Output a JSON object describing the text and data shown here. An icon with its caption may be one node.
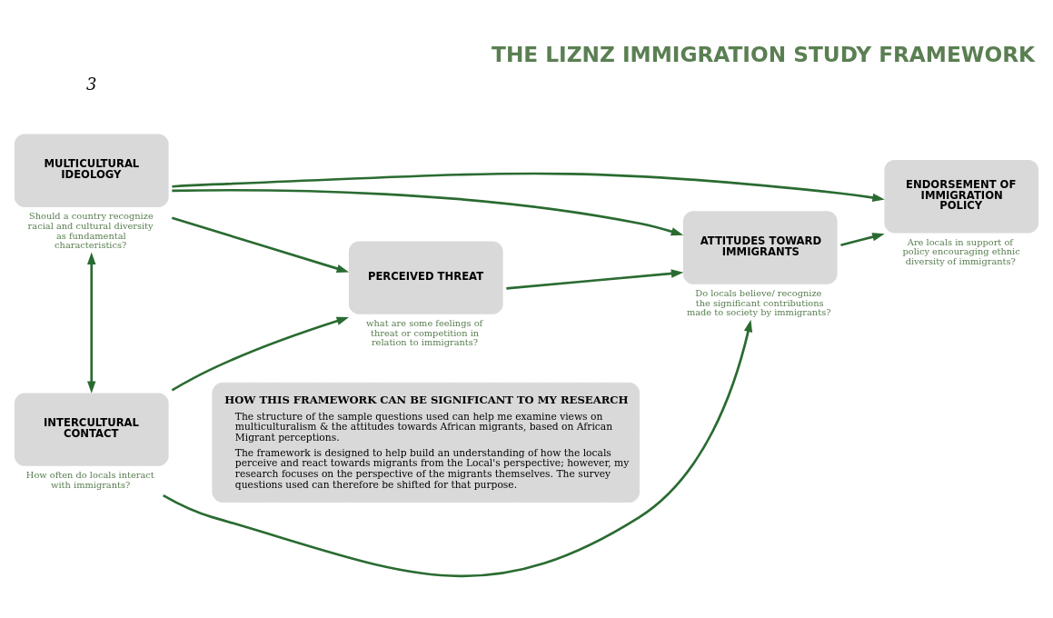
{
  "diagram": {
    "title": "THE LIZNZ IMMIGRATION STUDY FRAMEWORK",
    "nodes": [
      {
        "text": [
          "MULTICULTURAL IDEOLOGY"
        ],
        "beside": [
          "Should a country recognize racial and cultural diversity as fundamental characteristics?"
        ]
      },
      {
        "text": [
          "PERCEIVED THREAT"
        ],
        "beside": [
          "what are some feelings of threat or competition in relation to immigrants?"
        ]
      },
      {
        "text": [
          "ATTITUDES TOWARD IMMIGRANTS"
        ],
        "beside": [
          "Do locals believe/ recognize the significant contributions made to society by immigrants?"
        ]
      },
      {
        "text": [
          "ENDORSEMENT OF IMMIGRATION POLICY"
        ],
        "beside": [
          "Are locals in support of policy encouraging ethnic diversity of immigrants?"
        ]
      },
      {
        "text": [
          "INTERCULTURAL CONTACT"
        ],
        "beside": [
          "How often do locals interact with immigrants?"
        ]
      },
      {
        "text": [
          "HOW THIS FRAMEWORK CAN BE SIGNIFICANT TO MY RESEARCH",
          "The structure of the sample questions used can help me examine views on multiculturalism & the attitudes towards African migrants, based on African Migrant perceptions.",
          "The framework is designed to help build an understanding of how the locals perceive and react towards migrants from the Local's perspective; however, my research focuses on the perspective of the migrants themselves. The survey questions used can therefore be shifted for that purpose."
        ]
      }
    ],
    "edges": [
      {
        "from": 0,
        "to": 1,
        "arrow": "to"
      },
      {
        "from": 0,
        "to": 2,
        "arrow": "to"
      },
      {
        "from": 0,
        "to": 3,
        "arrow": "to"
      },
      {
        "from": 0,
        "to": 4,
        "arrow": "both"
      },
      {
        "from": 1,
        "to": 2,
        "arrow": "to"
      },
      {
        "from": 2,
        "to": 3,
        "arrow": "to"
      },
      {
        "from": 4,
        "to": 1,
        "arrow": "to"
      },
      {
        "from": 4,
        "to": 2,
        "arrow": "to"
      }
    ],
    "labels": [
      "3"
    ]
  }
}
